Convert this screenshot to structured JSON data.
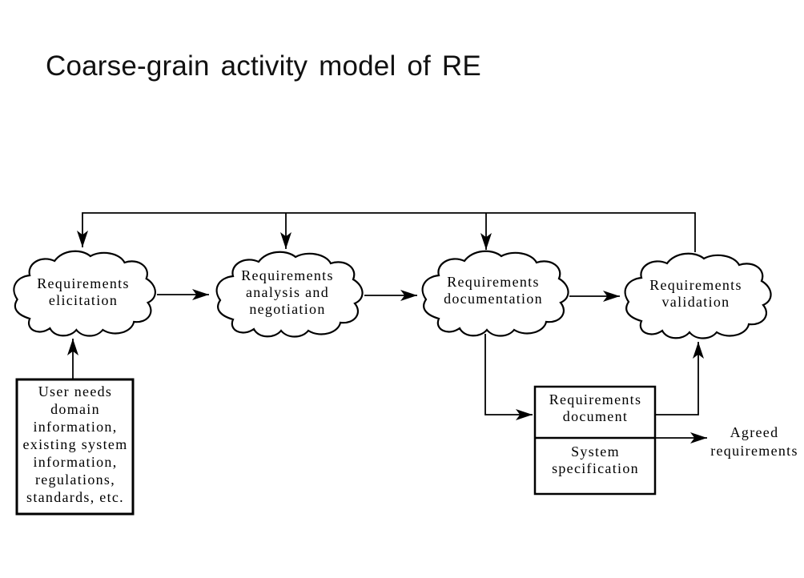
{
  "page": {
    "title": "Coarse-grain activity model of RE",
    "ink_color": "#000000",
    "background_color": "#ffffff"
  },
  "diagram": {
    "clouds": [
      {
        "id": "requirements-elicitation",
        "label": "Requirements\nelicitation"
      },
      {
        "id": "requirements-analysis-negotiation",
        "label": "Requirements\nanalysis and\nnegotiation"
      },
      {
        "id": "requirements-documentation",
        "label": "Requirements\ndocumentation"
      },
      {
        "id": "requirements-validation",
        "label": "Requirements\nvalidation"
      }
    ],
    "input_box": {
      "label": "User needs\ndomain\ninformation,\nexisting system\ninformation,\nregulations,\nstandards, etc."
    },
    "output_box": {
      "top_label": "Requirements\ndocument",
      "bottom_label": "System\nspecification"
    },
    "output_label": "Agreed\nrequirements"
  }
}
